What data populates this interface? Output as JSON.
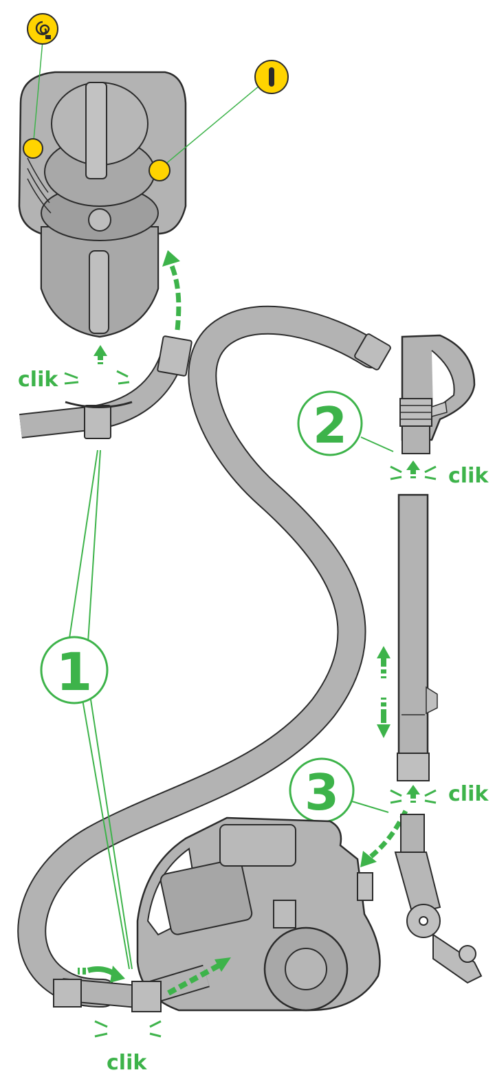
{
  "colors": {
    "accent_green": "#3db34a",
    "marker_yellow": "#ffd400",
    "body_gray": "#b3b3b3",
    "line_dark": "#2b2b2b"
  },
  "steps": [
    {
      "number": "1"
    },
    {
      "number": "2"
    },
    {
      "number": "3"
    }
  ],
  "click_labels": {
    "top_left": "clik",
    "wand_top": "clik",
    "wand_bottom": "clik",
    "base": "clik"
  },
  "markers": [
    {
      "icon": "cable-rewind-icon"
    },
    {
      "icon": "power-switch-icon"
    }
  ]
}
